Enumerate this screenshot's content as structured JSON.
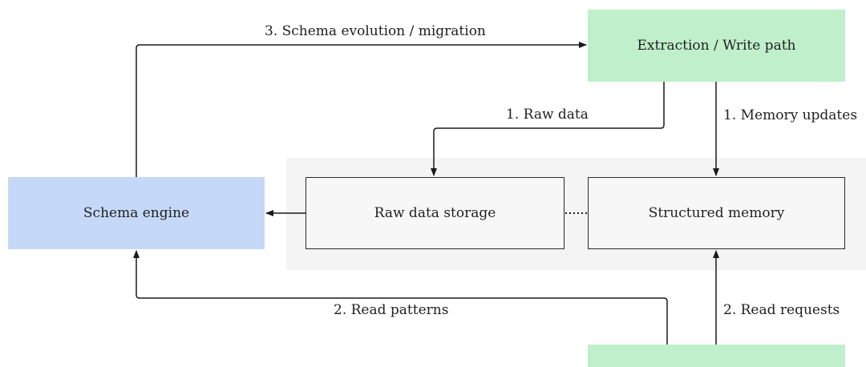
{
  "nodes": {
    "schema_engine": "Schema engine",
    "extraction": "Extraction / Write path",
    "raw_data_storage": "Raw data storage",
    "structured_memory": "Structured memory"
  },
  "edges": {
    "schema_evolution": "3. Schema evolution / migration",
    "raw_data": "1.  Raw data",
    "memory_updates": "1.  Memory updates",
    "read_patterns": "2. Read patterns",
    "read_requests": "2. Read requests"
  },
  "colors": {
    "schema_engine_fill": "#c6d8f7",
    "write_path_fill": "#bff0cb",
    "storage_group_fill": "#f4f4f4",
    "storage_node_fill": "#f7f7f7",
    "line": "#1a1a1a"
  }
}
